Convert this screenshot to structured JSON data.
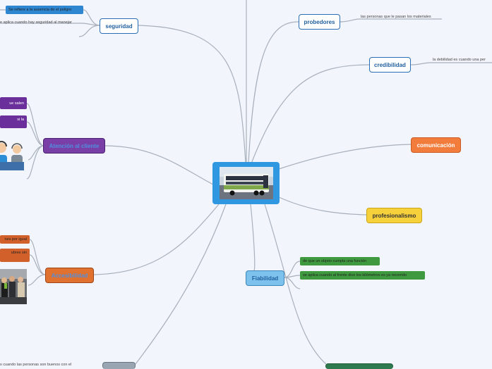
{
  "topics": {
    "seguridad": "seguridad",
    "probedores": "probedores",
    "credibilidad": "credibilidad",
    "comunicacion": "comunicación",
    "profesionalismo": "profesionalismo",
    "fiabilidad": "Fiabilidad",
    "atencion": "Atención al cliente",
    "accesibilidad": "Accesibilidad"
  },
  "subtopics": {
    "seguridad_1": "Se refiere a la ausencia de el peligro",
    "seguridad_2": "e aplica cuando hay seguridad al manejar",
    "probedores_1": "las personas que le pasan los materiales",
    "credibilidad_1": "la debilidad es cuando una per",
    "atencion_1": "ue salen",
    "atencion_2": "si la",
    "accesibilidad_1": "nes por igual",
    "accesibilidad_2": "ubres sin",
    "fiabilidad_1": "de que un objeto cumpla una función",
    "fiabilidad_2": "se aplica cuando al frente dice los kilómetros es ya recorrido",
    "bottom_1": "s cuando las personas son buenos con el"
  },
  "colors": {
    "central": "#2f98e0",
    "outline_border": "#2a6fb5",
    "comunicacion": "#f27c3c",
    "profesionalismo": "#f7d13c",
    "fiabilidad": "#7cc2ec",
    "atencion": "#7a3fa6",
    "accesibilidad": "#e0712e",
    "fiabilidad_sub": "#3f9a3f",
    "atencion_sub": "#6a2f9a",
    "accesibilidad_sub": "#d2602a",
    "seguridad_sub": "#2e86d1",
    "bottom_green": "#2f7a4e",
    "bottom_gray": "#9aa5b2",
    "lines": "#a8b0bb"
  },
  "icons": {
    "central_image": "double-decker-bus-photo",
    "atencion_image": "customer-service-agents-icon",
    "accesibilidad_image": "people-photo"
  }
}
